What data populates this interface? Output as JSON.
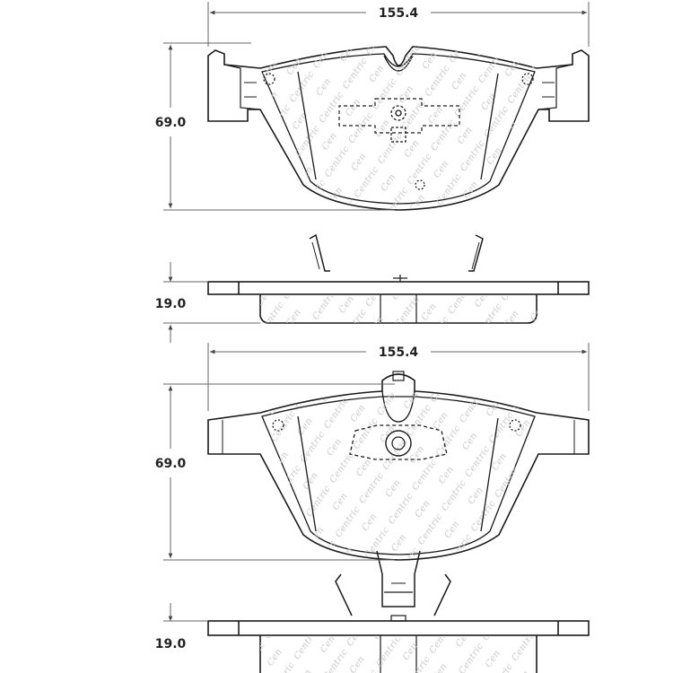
{
  "dimensions": {
    "top_width": "155.4",
    "top_height": "69.0",
    "top_thickness": "19.0",
    "bottom_width": "155.4",
    "bottom_height": "69.0",
    "bottom_thickness": "19.0"
  },
  "watermark": {
    "brand": "Centric"
  },
  "colors": {
    "line": "#1a1a1a",
    "dimension_line": "#666666",
    "watermark": "#c8c8c8"
  }
}
